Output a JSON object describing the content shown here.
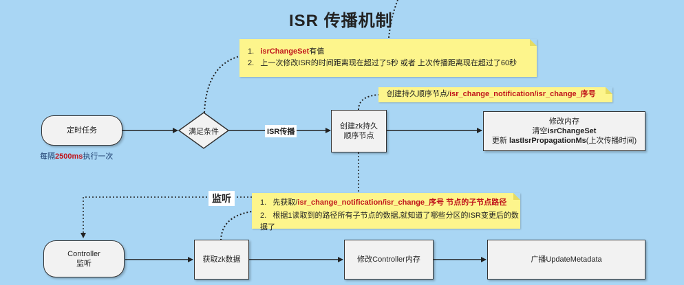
{
  "title": "ISR 传播机制",
  "nodes": {
    "timer_task": "定时任务",
    "timer_interval": {
      "prefix": "每隔",
      "value": "2500ms",
      "suffix": "执行一次"
    },
    "condition": "满足条件",
    "create_zk": {
      "line1": "创建zk持久",
      "line2": "顺序节点"
    },
    "update_mem": {
      "line1": "修改内存",
      "line2_prefix": "清空",
      "line2_bold": "isrChangeSet",
      "line3_prefix": "更新 ",
      "line3_bold": "lastIsrPropagationMs",
      "line3_suffix": "(上次传播时间)"
    },
    "controller": {
      "line1": "Controller",
      "line2": "监听"
    },
    "get_zk": "获取zk数据",
    "modify_controller": "修改Controller内存",
    "broadcast": "广播UpdateMetadata"
  },
  "edge_labels": {
    "isr_propagate": "ISR传播",
    "listen": "监听"
  },
  "notes": {
    "condition_note": {
      "item1_num": "1.",
      "item1_red": "isrChangeSet",
      "item1_text": "有值",
      "item2_num": "2.",
      "item2_text": "上一次修改ISR的时间距离现在超过了5秒 或者 上次传播距离现在超过了60秒"
    },
    "zk_path_note": {
      "prefix": "创建持久顺序节点/",
      "path": "isr_change_notification/isr_change_序号"
    },
    "listen_note": {
      "item1_num": "1.",
      "item1_prefix": "先获取/",
      "item1_red": "isr_change_notification/isr_change_序号 节点的子节点路径",
      "item2_num": "2.",
      "item2_text": "根据1读取到的路径所有子节点的数据,就知道了哪些分区的ISR变更后的数据了"
    }
  },
  "colors": {
    "background": "#a9d6f4",
    "note": "#fdf58c",
    "accent_red": "#c0141b"
  }
}
